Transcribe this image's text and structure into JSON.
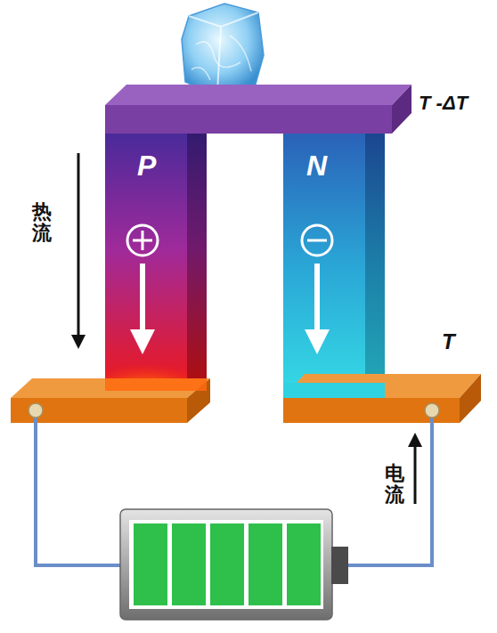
{
  "diagram": {
    "nodes": [
      {
        "text": [
          "P"
        ]
      },
      {
        "text": [
          "N"
        ]
      }
    ],
    "labels": [
      "T -ΔT",
      "热流",
      "T",
      "电流"
    ]
  }
}
